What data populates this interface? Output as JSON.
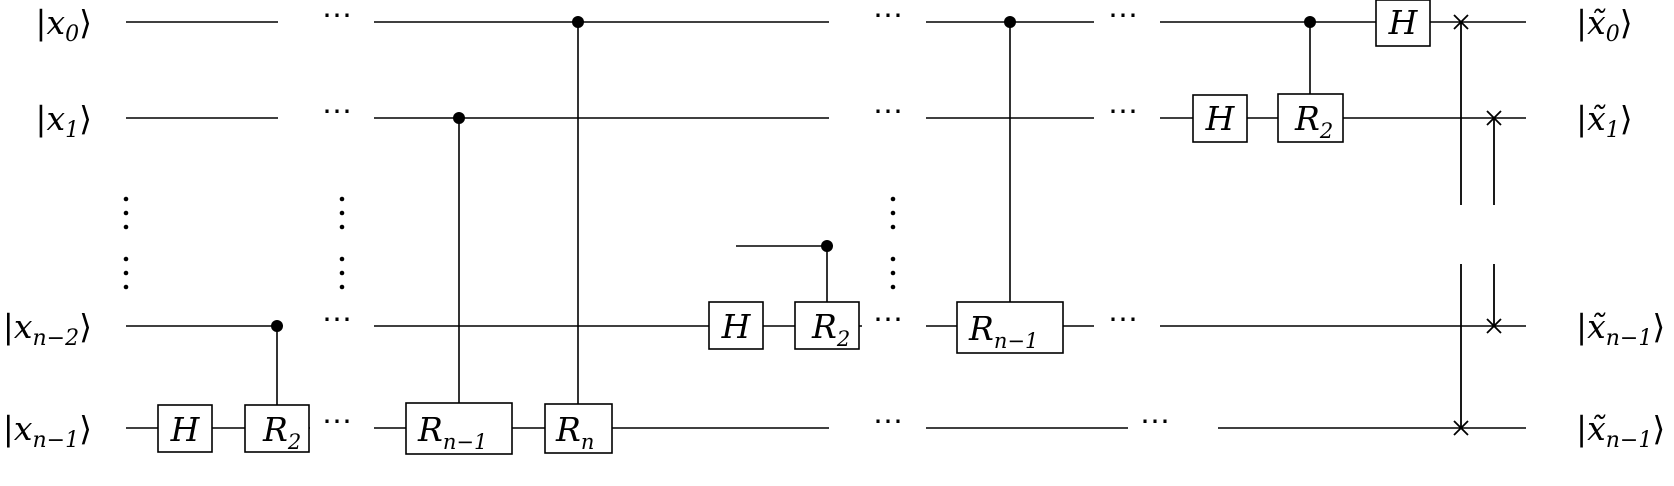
{
  "inputs": [
    {
      "var": "x",
      "sub": "0"
    },
    {
      "var": "x",
      "sub": "1"
    },
    {
      "var": "x",
      "sub": "n−2"
    },
    {
      "var": "x",
      "sub": "n−1"
    }
  ],
  "outputs": [
    {
      "var": "x̃",
      "sub": "0"
    },
    {
      "var": "x̃",
      "sub": "1"
    },
    {
      "var": "x̃",
      "sub": "n−1"
    },
    {
      "var": "x̃",
      "sub": "n−1"
    }
  ],
  "gates": {
    "h": {
      "var": "H",
      "sub": ""
    },
    "r2": {
      "var": "R",
      "sub": "2"
    },
    "rn1": {
      "var": "R",
      "sub": "n−1"
    },
    "rn": {
      "var": "R",
      "sub": "n"
    }
  },
  "ellipsis": "⋯"
}
